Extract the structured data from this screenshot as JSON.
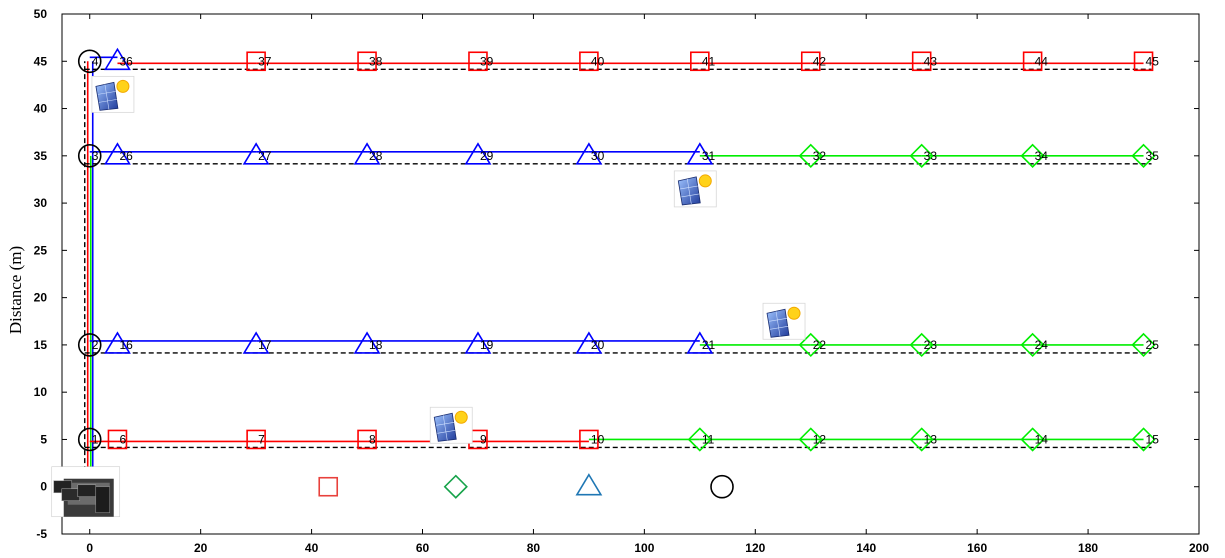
{
  "chart_data": {
    "type": "scatter",
    "xlabel": "",
    "ylabel": "Distance (m)",
    "xlim": [
      -5,
      200
    ],
    "ylim": [
      -5,
      50
    ],
    "xticks": [
      "0",
      "20",
      "40",
      "60",
      "80",
      "100",
      "120",
      "140",
      "160",
      "180",
      "200"
    ],
    "yticks": [
      "-5",
      "0",
      "5",
      "10",
      "15",
      "20",
      "25",
      "30",
      "35",
      "40",
      "45",
      "50"
    ],
    "rows": [
      {
        "y": 5,
        "colors": {
          "start": "#ff0000",
          "end": "#00ee00"
        },
        "nodes": [
          {
            "id": "1",
            "x": 0,
            "marker": "circle"
          },
          {
            "id": "6",
            "x": 5,
            "marker": "square"
          },
          {
            "id": "7",
            "x": 30,
            "marker": "square"
          },
          {
            "id": "8",
            "x": 50,
            "marker": "square"
          },
          {
            "id": "9",
            "x": 70,
            "marker": "square"
          },
          {
            "id": "10",
            "x": 90,
            "marker": "square"
          },
          {
            "id": "11",
            "x": 110,
            "marker": "diamond"
          },
          {
            "id": "12",
            "x": 130,
            "marker": "diamond"
          },
          {
            "id": "13",
            "x": 150,
            "marker": "diamond"
          },
          {
            "id": "14",
            "x": 170,
            "marker": "diamond"
          },
          {
            "id": "15",
            "x": 190,
            "marker": "diamond"
          }
        ]
      },
      {
        "y": 15,
        "nodes": [
          {
            "id": "2",
            "x": 0,
            "marker": "circle"
          },
          {
            "id": "16",
            "x": 5,
            "marker": "triangle"
          },
          {
            "id": "17",
            "x": 30,
            "marker": "triangle"
          },
          {
            "id": "18",
            "x": 50,
            "marker": "triangle"
          },
          {
            "id": "19",
            "x": 70,
            "marker": "triangle"
          },
          {
            "id": "20",
            "x": 90,
            "marker": "triangle"
          },
          {
            "id": "21",
            "x": 110,
            "marker": "triangle"
          },
          {
            "id": "22",
            "x": 130,
            "marker": "diamond"
          },
          {
            "id": "23",
            "x": 150,
            "marker": "diamond"
          },
          {
            "id": "24",
            "x": 170,
            "marker": "diamond"
          },
          {
            "id": "25",
            "x": 190,
            "marker": "diamond"
          }
        ]
      },
      {
        "y": 35,
        "nodes": [
          {
            "id": "3",
            "x": 0,
            "marker": "circle"
          },
          {
            "id": "26",
            "x": 5,
            "marker": "triangle"
          },
          {
            "id": "27",
            "x": 30,
            "marker": "triangle"
          },
          {
            "id": "28",
            "x": 50,
            "marker": "triangle"
          },
          {
            "id": "29",
            "x": 70,
            "marker": "triangle"
          },
          {
            "id": "30",
            "x": 90,
            "marker": "triangle"
          },
          {
            "id": "31",
            "x": 110,
            "marker": "triangle"
          },
          {
            "id": "32",
            "x": 130,
            "marker": "diamond"
          },
          {
            "id": "33",
            "x": 150,
            "marker": "diamond"
          },
          {
            "id": "34",
            "x": 170,
            "marker": "diamond"
          },
          {
            "id": "35",
            "x": 190,
            "marker": "diamond"
          }
        ]
      },
      {
        "y": 45,
        "nodes": [
          {
            "id": "4",
            "x": 0,
            "marker": "circle"
          },
          {
            "id": "36",
            "x": 5,
            "marker": "triangle"
          },
          {
            "id": "37",
            "x": 30,
            "marker": "square"
          },
          {
            "id": "38",
            "x": 50,
            "marker": "square"
          },
          {
            "id": "39",
            "x": 70,
            "marker": "square"
          },
          {
            "id": "40",
            "x": 90,
            "marker": "square"
          },
          {
            "id": "41",
            "x": 110,
            "marker": "square"
          },
          {
            "id": "42",
            "x": 130,
            "marker": "square"
          },
          {
            "id": "43",
            "x": 150,
            "marker": "square"
          },
          {
            "id": "44",
            "x": 170,
            "marker": "square"
          },
          {
            "id": "45",
            "x": 190,
            "marker": "square"
          }
        ]
      }
    ],
    "solar_panels": [
      {
        "x": 4,
        "y": 41.5
      },
      {
        "x": 109,
        "y": 31.5
      },
      {
        "x": 125,
        "y": 17.5
      },
      {
        "x": 65,
        "y": 6.5
      }
    ],
    "storage_unit": {
      "x": 0,
      "y": 0
    },
    "legend_markers": [
      {
        "marker": "square",
        "x": 43,
        "y": 0
      },
      {
        "marker": "diamond",
        "x": 66,
        "y": 0
      },
      {
        "marker": "triangle",
        "x": 90,
        "y": 0
      },
      {
        "marker": "circle",
        "x": 114,
        "y": 0
      }
    ],
    "colors": {
      "square": "#ff0000",
      "diamond": "#00ee00",
      "triangle": "#0000ff",
      "circle": "#000000",
      "dashed": "#000000",
      "legend_square": "#e8413c",
      "legend_diamond": "#16a34a",
      "legend_triangle": "#1f77b4",
      "legend_circle": "#000000"
    },
    "grid": false
  }
}
